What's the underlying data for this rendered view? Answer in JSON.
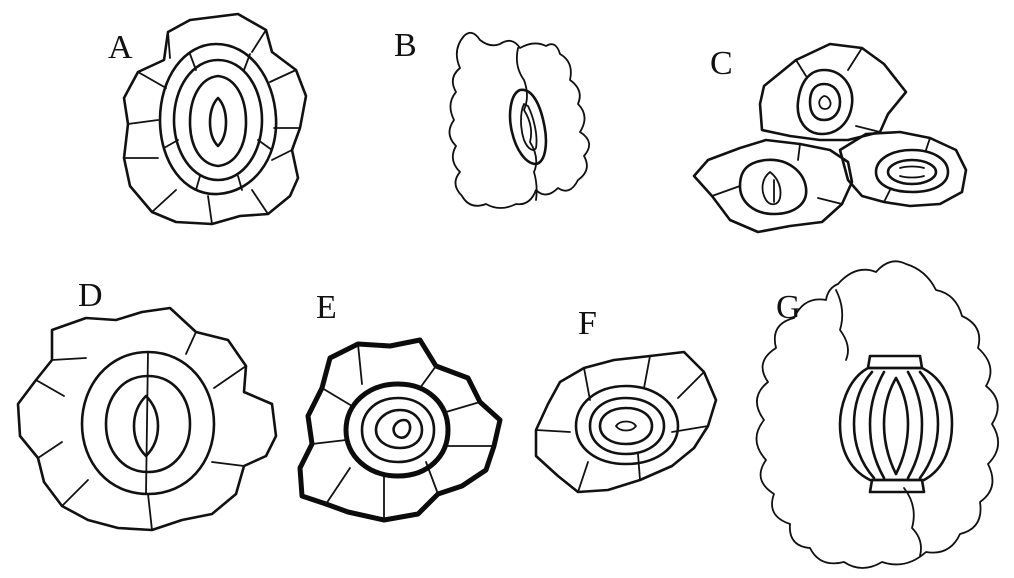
{
  "figure": {
    "panels": [
      {
        "id": "A",
        "label": "A"
      },
      {
        "id": "B",
        "label": "B"
      },
      {
        "id": "C",
        "label": "C"
      },
      {
        "id": "D",
        "label": "D"
      },
      {
        "id": "E",
        "label": "E"
      },
      {
        "id": "F",
        "label": "F"
      },
      {
        "id": "G",
        "label": "G"
      }
    ],
    "colors": {
      "ink": "#111111",
      "background": "#ffffff"
    }
  }
}
